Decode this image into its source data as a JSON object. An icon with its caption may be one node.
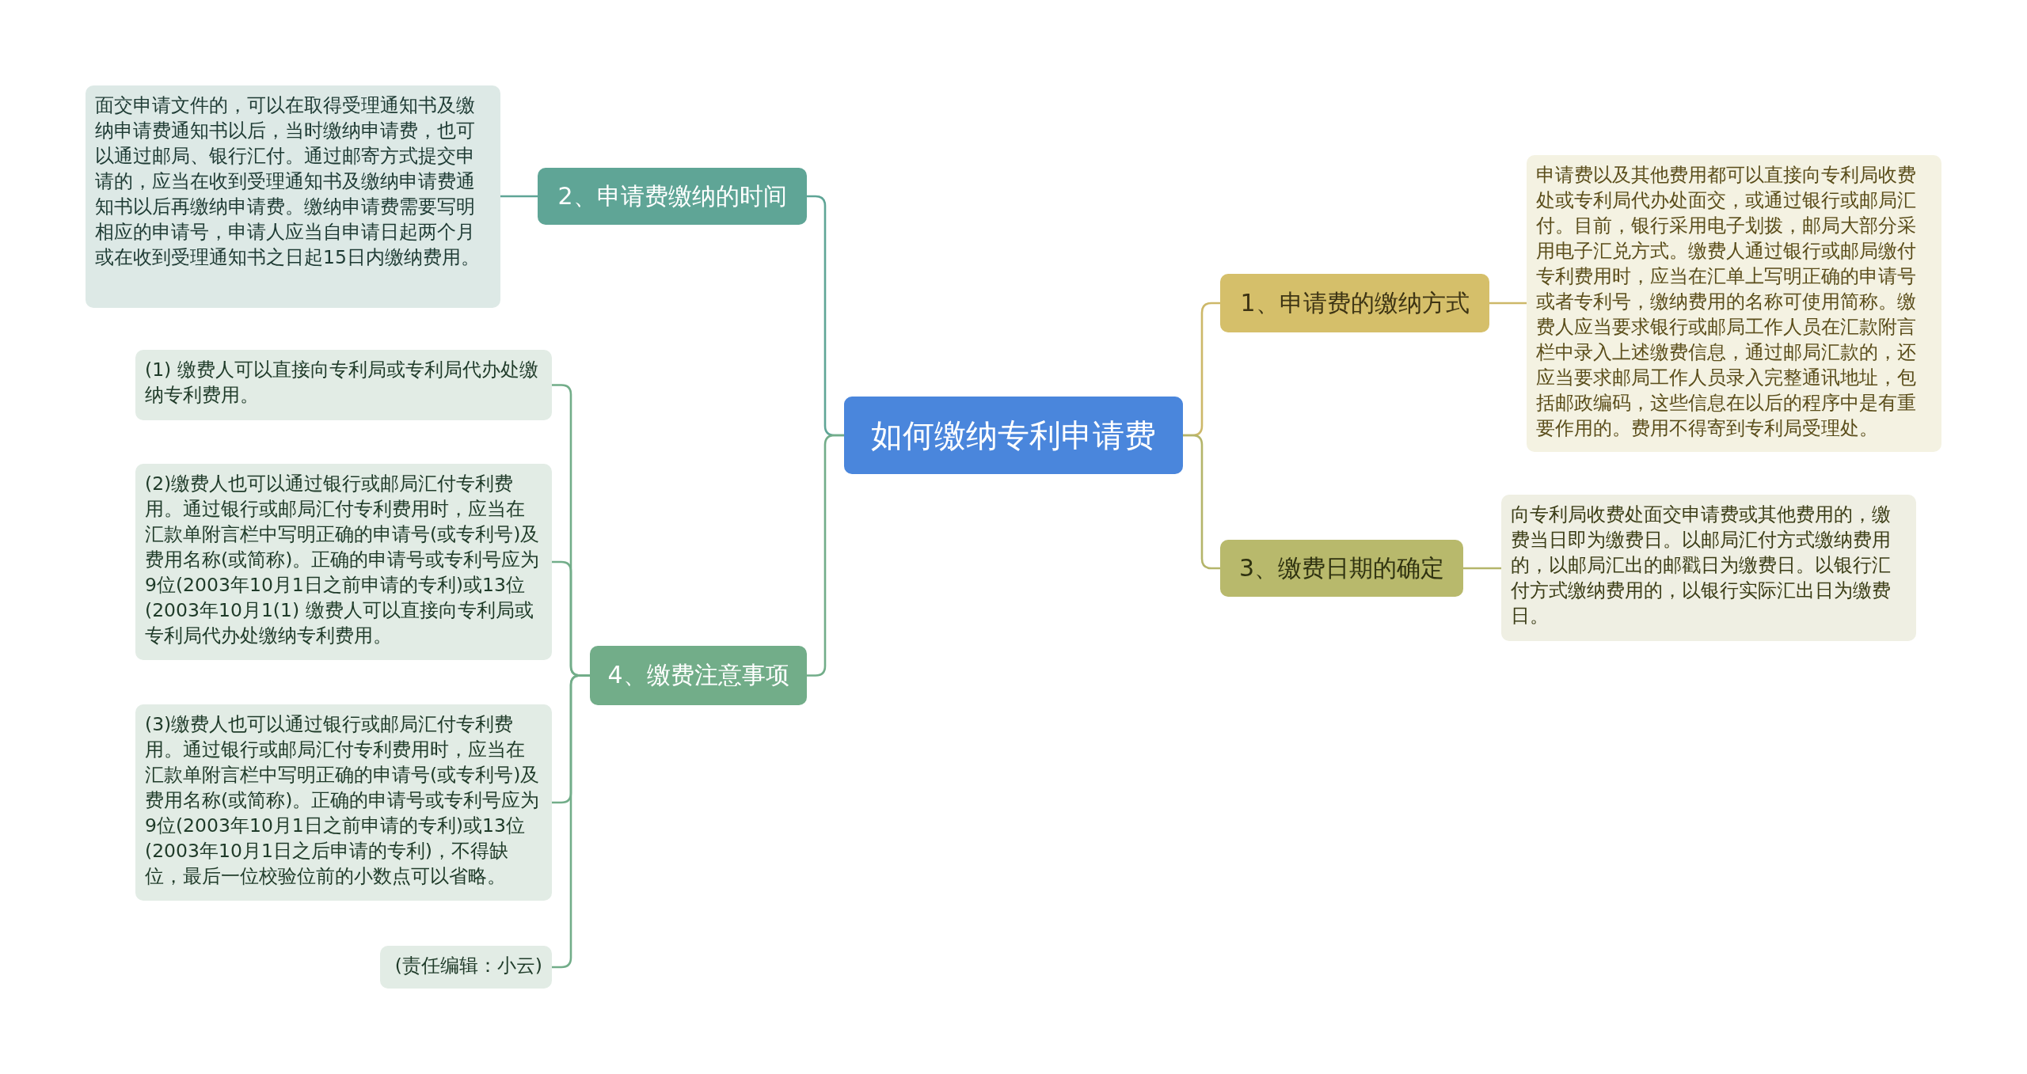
{
  "diagram": {
    "nodes": [
      {
        "text": [
          "如何缴纳专利申请费"
        ]
      },
      {
        "text": [
          "1、申请费的缴纳方式"
        ]
      },
      {
        "text": [
          "申请费以及其他费用都可以直接向专利局收费处或专利局代办处面交，或通过银行或邮局汇付。目前，银行采用电子划拨，邮局大部分采用电子汇兑方式。缴费人通过银行或邮局缴付专利费用时，应当在汇单上写明正确的申请号或者专利号，缴纳费用的名称可使用简称。缴费人应当要求银行或邮局工作人员在汇款附言栏中录入上述缴费信息，通过邮局汇款的，还应当要求邮局工作人员录入完整通讯地址，包括邮政编码，这些信息在以后的程序中是有重要作用的。费用不得寄到专利局受理处。"
        ]
      },
      {
        "text": [
          "3、缴费日期的确定"
        ]
      },
      {
        "text": [
          "向专利局收费处面交申请费或其他费用的，缴费当日即为缴费日。以邮局汇付方式缴纳费用的，以邮局汇出的邮戳日为缴费日。以银行汇付方式缴纳费用的，以银行实际汇出日为缴费日。"
        ]
      },
      {
        "text": [
          "2、申请费缴纳的时间"
        ]
      },
      {
        "text": [
          "面交申请文件的，可以在取得受理通知书及缴纳申请费通知书以后，当时缴纳申请费，也可以通过邮局、银行汇付。通过邮寄方式提交申请的，应当在收到受理通知书及缴纳申请费通知书以后再缴纳申请费。缴纳申请费需要写明相应的申请号，申请人应当自申请日起两个月或在收到受理通知书之日起15日内缴纳费用。"
        ]
      },
      {
        "text": [
          "4、缴费注意事项"
        ]
      },
      {
        "text": [
          "(1) 缴费人可以直接向专利局或专利局代办处缴纳专利费用。"
        ]
      },
      {
        "text": [
          "(2)缴费人也可以通过银行或邮局汇付专利费用。通过银行或邮局汇付专利费用时，应当在汇款单附言栏中写明正确的申请号(或专利号)及费用名称(或简称)。正确的申请号或专利号应为9位(2003年10月1日之前申请的专利)或13位(2003年10月1(1) 缴费人可以直接向专利局或专利局代办处缴纳专利费用。"
        ]
      },
      {
        "text": [
          "(3)缴费人也可以通过银行或邮局汇付专利费用。通过银行或邮局汇付专利费用时，应当在汇款单附言栏中写明正确的申请号(或专利号)及费用名称(或简称)。正确的申请号或专利号应为9位(2003年10月1日之前申请的专利)或13位(2003年10月1日之后申请的专利)，不得缺位，最后一位校验位前的小数点可以省略。"
        ]
      },
      {
        "text": [
          "(责任编辑：小云)"
        ]
      }
    ],
    "edges": [
      {
        "from": 0,
        "to": 1,
        "arrow": "none",
        "color": "#cdb869"
      },
      {
        "from": 1,
        "to": 2,
        "arrow": "none",
        "color": "#cdb869"
      },
      {
        "from": 0,
        "to": 3,
        "arrow": "none",
        "color": "#b4b56a"
      },
      {
        "from": 3,
        "to": 4,
        "arrow": "none",
        "color": "#b4b56a"
      },
      {
        "from": 0,
        "to": 5,
        "arrow": "none",
        "color": "#5fa596"
      },
      {
        "from": 5,
        "to": 6,
        "arrow": "none",
        "color": "#5fa596"
      },
      {
        "from": 0,
        "to": 7,
        "arrow": "none"
      },
      {
        "from": 7,
        "to": 8,
        "arrow": "none"
      },
      {
        "from": 7,
        "to": 9,
        "arrow": "none"
      },
      {
        "from": 7,
        "to": 10,
        "arrow": "none"
      },
      {
        "from": 7,
        "to": 11,
        "arrow": "none"
      }
    ]
  }
}
